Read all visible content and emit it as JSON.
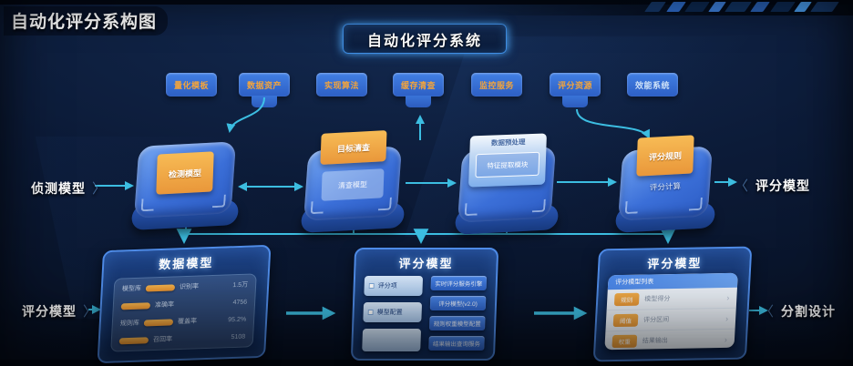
{
  "colors": {
    "accent-orange": "#f2a43c",
    "arrow-cyan": "#3fc6ea",
    "node-blue": "#3570d6",
    "panel-border-blue": "#4f8ce8",
    "bg-navy": "#0b1a36"
  },
  "page_title": "自动化评分系构图",
  "system_box": {
    "label": "自动化评分系统"
  },
  "top_modules": [
    {
      "label": "量化模板"
    },
    {
      "label": "数据资产"
    },
    {
      "label": "实现算法"
    },
    {
      "label": "缓存清查"
    },
    {
      "label": "监控服务"
    },
    {
      "label": "评分资源"
    },
    {
      "label": "效能系统"
    }
  ],
  "mid_row": {
    "left_label": "侦测模型",
    "right_label": "评分模型",
    "platform1": {
      "card": "检测模型"
    },
    "platform2": {
      "tag": "目标清查",
      "inner": "清查模型"
    },
    "platform3": {
      "card_header": "数据预处理",
      "card_body": "特征提取模块"
    },
    "platform4": {
      "tag": "评分规则",
      "caption": "评分计算"
    }
  },
  "bottom_row": {
    "left_label": "评分模型",
    "right_label": "分割设计",
    "data_panel": {
      "title": "数据模型",
      "rows": [
        {
          "label": "模型库",
          "desc": "识别率",
          "value": "1.5万"
        },
        {
          "label": "",
          "desc": "准确率",
          "value": "4756"
        },
        {
          "label": "规则库",
          "desc": "覆盖率",
          "value": "95.2%"
        },
        {
          "label": "",
          "desc": "召回率",
          "value": "5108"
        }
      ]
    },
    "score_panel": {
      "title": "评分模型",
      "items": [
        {
          "label": "评分项"
        },
        {
          "label": "模型配置"
        }
      ],
      "buttons": [
        {
          "label": "实时评分服务引擎"
        },
        {
          "label": "评分模型(v2.0)"
        },
        {
          "label": "规则权重模型配置"
        },
        {
          "label": "结果输出查询服务"
        }
      ]
    },
    "result_panel": {
      "title": "评分模型",
      "card_header": "评分模型列表",
      "rows": [
        {
          "badge": "规则",
          "text": "模型得分",
          "chevron": "›"
        },
        {
          "badge": "阈值",
          "text": "评分区间",
          "chevron": "›"
        },
        {
          "badge": "权重",
          "text": "结果输出",
          "chevron": "›"
        }
      ]
    }
  },
  "decor": {
    "chev_right": "〉",
    "chev_left": "〈"
  }
}
